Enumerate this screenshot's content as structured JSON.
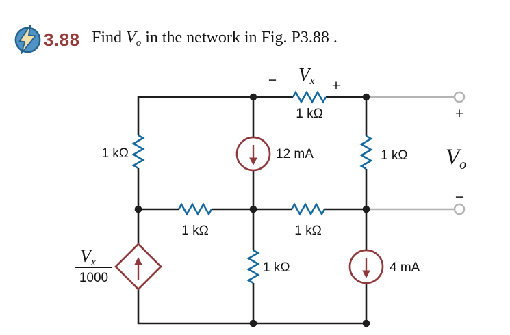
{
  "header": {
    "icon": "lightning-bolt-icon",
    "problem_number": "3.88",
    "title_pre": "Find ",
    "title_var": "V",
    "title_var_sub": "o",
    "title_post": " in the network in Fig. P3.88 ."
  },
  "circuit": {
    "kind": "resistive-network-schematic",
    "vx_label": {
      "minus": "−",
      "var": "V",
      "sub": "x",
      "plus": "+"
    },
    "resistors": {
      "top": "1 kΩ",
      "left": "1 kΩ",
      "right": "1 kΩ",
      "mid_left": "1 kΩ",
      "mid_right": "1 kΩ",
      "bottom_mid": "1 kΩ"
    },
    "current_sources": {
      "i12": {
        "label": "12 mA",
        "direction": "down"
      },
      "i4": {
        "label": "4 mA",
        "direction": "down"
      }
    },
    "dependent_source": {
      "numerator_var": "V",
      "numerator_sub": "x",
      "denominator": "1000",
      "direction": "up"
    },
    "output": {
      "plus": "+",
      "var": "V",
      "sub": "o",
      "minus": "−"
    },
    "colors": {
      "wire": "#1e1e1e",
      "resistor": "#16699e",
      "source": "#8e3a3d",
      "terminal": "#b3b3b3",
      "number": "#943b3c"
    }
  }
}
